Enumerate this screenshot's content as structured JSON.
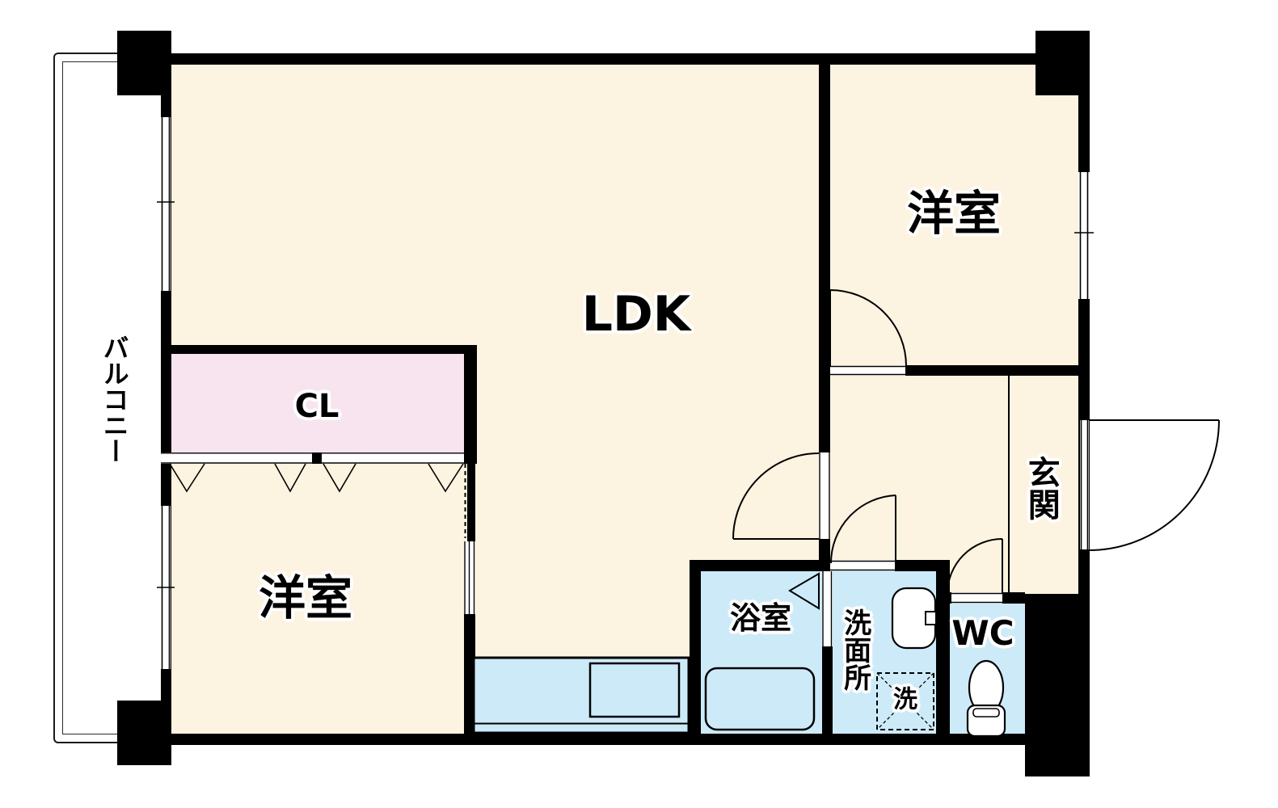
{
  "labels": {
    "ldk": "LDK",
    "bedroom_top": "洋室",
    "bedroom_bottom": "洋室",
    "closet": "CL",
    "entrance": "玄関",
    "bathroom": "浴室",
    "washroom": "洗面所",
    "toilet": "WC",
    "laundry": "洗",
    "balcony": "バルコニー"
  },
  "colors": {
    "floor": "#FCF3E0",
    "closet": "#F8E4EF",
    "wet": "#CDEAF8",
    "wall": "#000000"
  }
}
